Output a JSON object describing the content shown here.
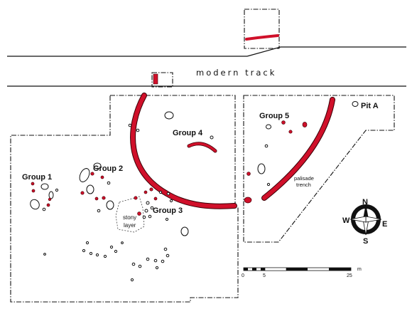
{
  "labels": {
    "modern_track": "modern track",
    "group1": "Group 1",
    "group2": "Group 2",
    "group3": "Group 3",
    "group4": "Group 4",
    "group5": "Group 5",
    "pit_a": "Pit A",
    "stony_layer_line1": "stony",
    "stony_layer_line2": "layer",
    "palisade_line1": "palisade",
    "palisade_line2": "trench"
  },
  "compass": {
    "n": "N",
    "s": "S",
    "e": "E",
    "w": "W"
  },
  "scale": {
    "tick0": "0",
    "tick5": "5",
    "tick25": "25",
    "unit": "m"
  },
  "colors": {
    "trench": "#d0102a",
    "ink": "#111111",
    "background": "#ffffff"
  }
}
